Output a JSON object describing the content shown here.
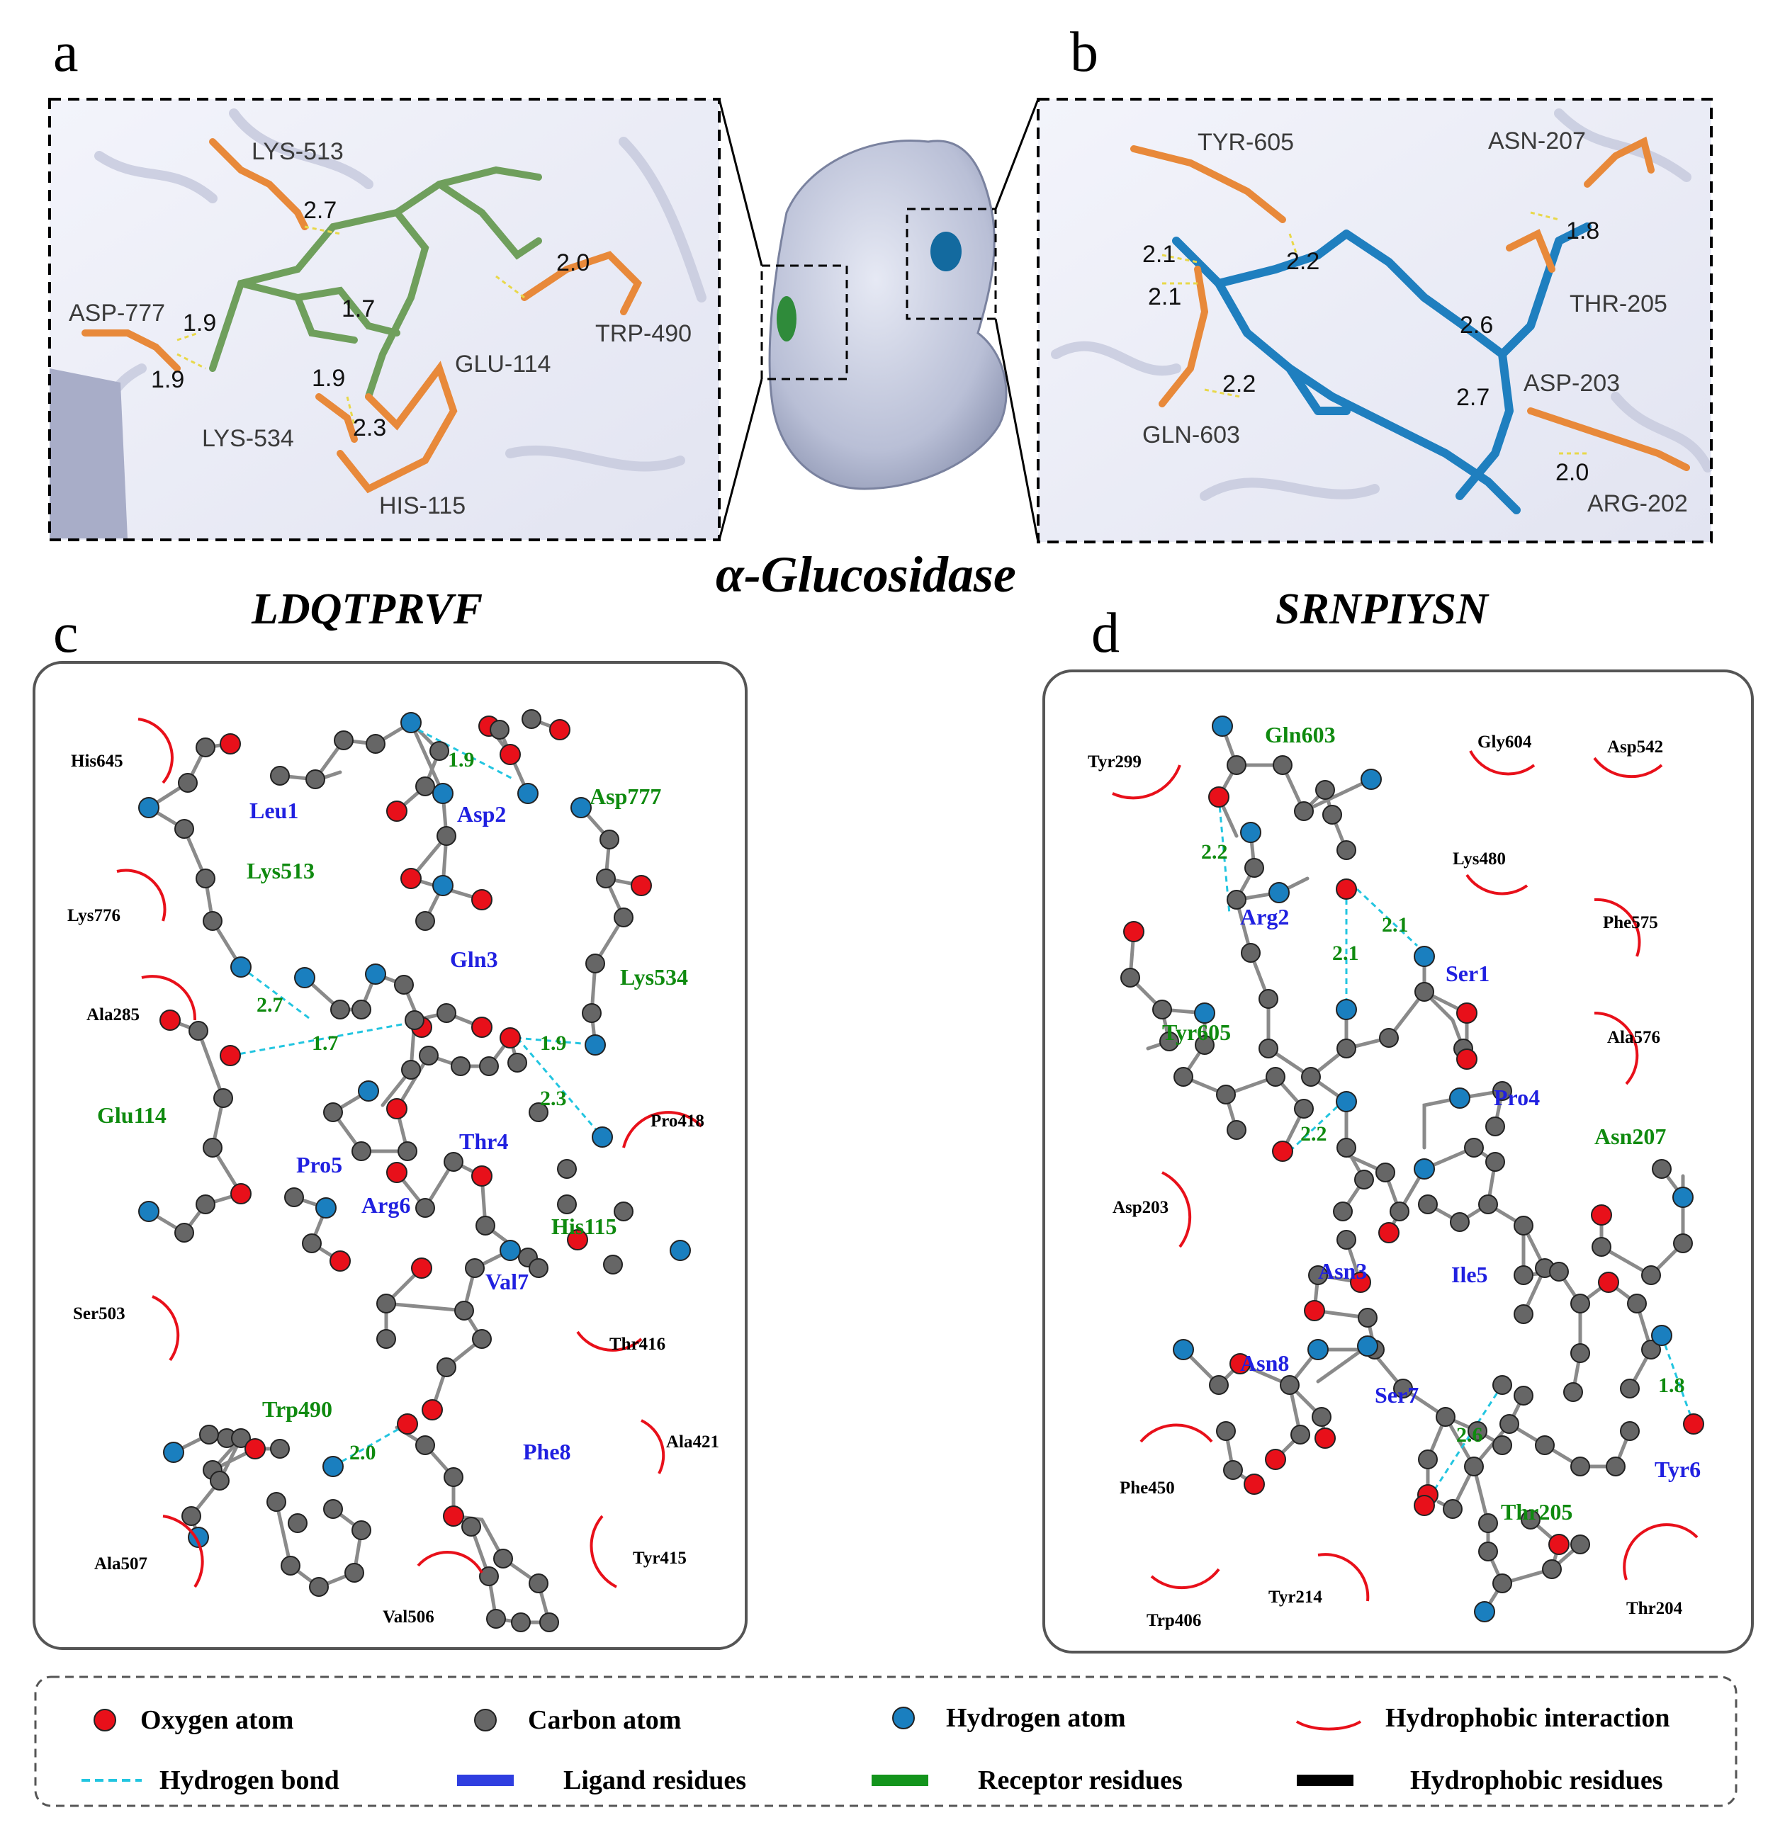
{
  "panels": {
    "a": {
      "label": "a",
      "residues": [
        "LYS-513",
        "ASP-777",
        "LYS-534",
        "GLU-114",
        "HIS-115",
        "TRP-490"
      ],
      "distances": [
        "2.7",
        "1.9",
        "1.9",
        "1.7",
        "1.9",
        "2.3",
        "2.0"
      ]
    },
    "b": {
      "label": "b",
      "residues": [
        "TYR-605",
        "ASN-207",
        "THR-205",
        "ASP-203",
        "GLN-603",
        "ARG-202"
      ],
      "distances": [
        "2.1",
        "2.1",
        "2.2",
        "1.8",
        "2.6",
        "2.7",
        "2.2",
        "2.0"
      ]
    },
    "center": {
      "title": "α-Glucosidase"
    },
    "c": {
      "label": "c",
      "title": "LDQTPRVF",
      "ligand_residues": [
        "Leu1",
        "Asp2",
        "Gln3",
        "Thr4",
        "Pro5",
        "Arg6",
        "Val7",
        "Phe8"
      ],
      "receptor_residues": [
        "Asp777",
        "Lys513",
        "Lys534",
        "Glu114",
        "His115",
        "Trp490"
      ],
      "hydrophobic_residues": [
        "His645",
        "Lys776",
        "Ala285",
        "Pro418",
        "Ser503",
        "Thr416",
        "Ala421",
        "Ala507",
        "Tyr415",
        "Val506"
      ],
      "hbonds": [
        "1.9",
        "2.7",
        "1.7",
        "1.9",
        "2.3",
        "2.0"
      ]
    },
    "d": {
      "label": "d",
      "title": "SRNPIYSN",
      "ligand_residues": [
        "Arg2",
        "Ser1",
        "Pro4",
        "Asn3",
        "Ile5",
        "Asn8",
        "Ser7",
        "Tyr6"
      ],
      "receptor_residues": [
        "Gln603",
        "Tyr605",
        "Asn207",
        "Thr205"
      ],
      "hydrophobic_residues": [
        "Tyr299",
        "Gly604",
        "Asp542",
        "Lys480",
        "Phe575",
        "Ala576",
        "Asp203",
        "Phe450",
        "Trp406",
        "Tyr214",
        "Thr204"
      ],
      "hbonds": [
        "2.2",
        "2.1",
        "2.1",
        "2.2",
        "1.8",
        "2.6"
      ]
    }
  },
  "legend": {
    "oxygen": "Oxygen atom",
    "carbon": "Carbon atom",
    "hydrogen": "Hydrogen atom",
    "hydrophobic": "Hydrophobic interaction",
    "hbond": "Hydrogen bond",
    "ligand": "Ligand residues",
    "receptor": "Receptor residues",
    "hydrophobic_res": "Hydrophobic residues"
  },
  "colors": {
    "oxygen": "#e8101a",
    "carbon": "#666666",
    "hydrogen": "#1a7fbf",
    "hbond": "#22c5e0",
    "ligand_text": "#2020e0",
    "receptor_text": "#0f8a0f",
    "hydrophobic_arc": "#e8101a",
    "stick_orange": "#e8893a",
    "stick_green": "#6f9f5c",
    "stick_blue": "#1f7fbf"
  }
}
